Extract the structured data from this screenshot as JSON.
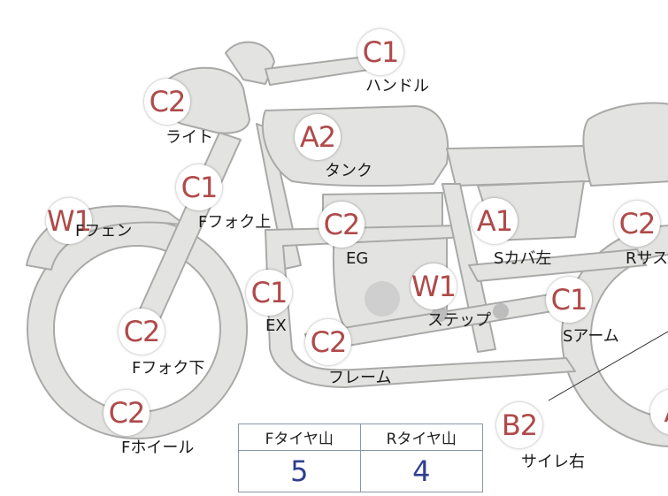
{
  "colors": {
    "grade_text": "#b04a4a",
    "part_fill": "#e3e4e2",
    "part_stroke": "#a8aaa8",
    "value_text": "#2f3f8f"
  },
  "parts": [
    {
      "id": "handle",
      "grade": "C1",
      "label": "ハンドル"
    },
    {
      "id": "light",
      "grade": "C2",
      "label": "ライト"
    },
    {
      "id": "tank",
      "grade": "A2",
      "label": "タンク"
    },
    {
      "id": "ffork-top",
      "grade": "C1",
      "label": "Fフォク上"
    },
    {
      "id": "ffender",
      "grade": "W1",
      "label": "Fフェン"
    },
    {
      "id": "eg",
      "grade": "C2",
      "label": "EG"
    },
    {
      "id": "scover-l",
      "grade": "A1",
      "label": "Sカバ左"
    },
    {
      "id": "rsus",
      "grade": "C2",
      "label": "Rサス"
    },
    {
      "id": "ex",
      "grade": "C1",
      "label": "EX"
    },
    {
      "id": "step",
      "grade": "W1",
      "label": "ステップ"
    },
    {
      "id": "sarm",
      "grade": "C1",
      "label": "Sアーム"
    },
    {
      "id": "ffork-low",
      "grade": "C2",
      "label": "Fフォク下"
    },
    {
      "id": "frame",
      "grade": "C2",
      "label": "フレーム"
    },
    {
      "id": "fwheel",
      "grade": "C2",
      "label": "Fホイール"
    },
    {
      "id": "silencer-r",
      "grade": "B2",
      "label": "サイレ右"
    },
    {
      "id": "edge-a",
      "grade": "A",
      "label": ""
    }
  ],
  "tire_table": {
    "headers": [
      "Fタイヤ山",
      "Rタイヤ山"
    ],
    "values": [
      "5",
      "4"
    ]
  }
}
